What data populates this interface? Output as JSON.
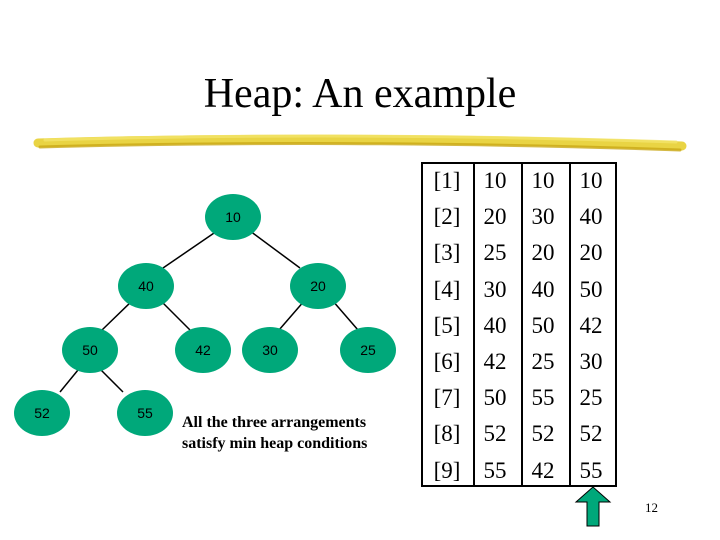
{
  "title": "Heap: An example",
  "caption": {
    "line1": "All the three arrangements",
    "line2": "satisfy min heap conditions"
  },
  "tree_nodes": [
    "10",
    "40",
    "20",
    "50",
    "42",
    "30",
    "25",
    "52",
    "55"
  ],
  "table": {
    "indices": [
      "[1]",
      "[2]",
      "[3]",
      "[4]",
      "[5]",
      "[6]",
      "[7]",
      "[8]",
      "[9]"
    ],
    "columns": [
      [
        "10",
        "20",
        "25",
        "30",
        "40",
        "42",
        "50",
        "52",
        "55"
      ],
      [
        "10",
        "30",
        "20",
        "40",
        "50",
        "25",
        "55",
        "52",
        "42"
      ],
      [
        "10",
        "40",
        "20",
        "50",
        "42",
        "30",
        "25",
        "52",
        "55"
      ]
    ]
  },
  "slide_number": "12",
  "colors": {
    "node_fill": "#00a87a",
    "title_underline": "#e8d23a",
    "arrow_fill": "#00a87a"
  },
  "icons": {
    "arrow": "up-arrow-icon"
  }
}
